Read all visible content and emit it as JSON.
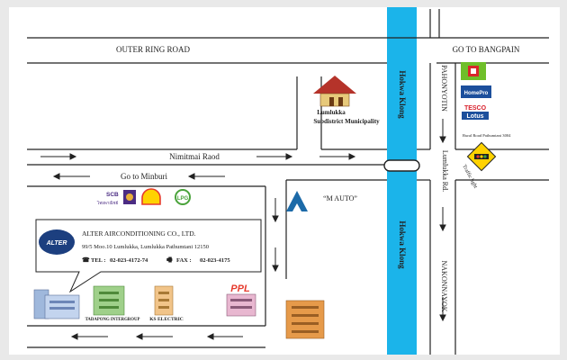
{
  "roads": {
    "outer_ring": "OUTER RING ROAD",
    "to_bangpain": "GO TO BANGPAIN",
    "nimitmai": "Nimitmai Raod",
    "to_minburi": "Go to Minburi",
    "phahonyotin": "PAHONYOTIN",
    "lumlukka_rd": "Lumlukka Rd.",
    "nakornayok": "NAKONNAYOK",
    "rural_road": "Rural Road Pathumtani 3004",
    "traffic_light": "Traffic light"
  },
  "canal": {
    "label_top": "Hokwa Klong",
    "label_bottom": "Hokwa Klong",
    "color": "#1bb4ea"
  },
  "landmarks": {
    "municipality_line1": "Lumlukka",
    "municipality_line2": "Subdistrict Municipality",
    "m_auto": "“M  AUTO”",
    "tadapong": "TADAPONG INTERGROUP",
    "ks_electric": "KS ELECTRIC",
    "ppl": "PPL"
  },
  "stores": {
    "homepro": "HomePro",
    "tesco_line1": "TESCO",
    "tesco_line2": "Lotus"
  },
  "stations": {
    "scb_line1": "SCB",
    "scb_line2": "ไทยพาณิชย์",
    "lpg": "LPG"
  },
  "company": {
    "logo": "ALTER",
    "name": "ALTER  AIRCONDITIONING CO., LTD.",
    "address": "99/5 Moo.10 Lumlukka, Lumlukka Pathumtani 12150",
    "tel_label": "TEL  :",
    "tel": "02-023-4172-74",
    "fax_label": "FAX  :",
    "fax": "02-023-4175"
  },
  "colors": {
    "road_line": "#222222",
    "canal": "#1bb4ea",
    "background": "#e9e9e9",
    "panel": "#ffffff"
  }
}
